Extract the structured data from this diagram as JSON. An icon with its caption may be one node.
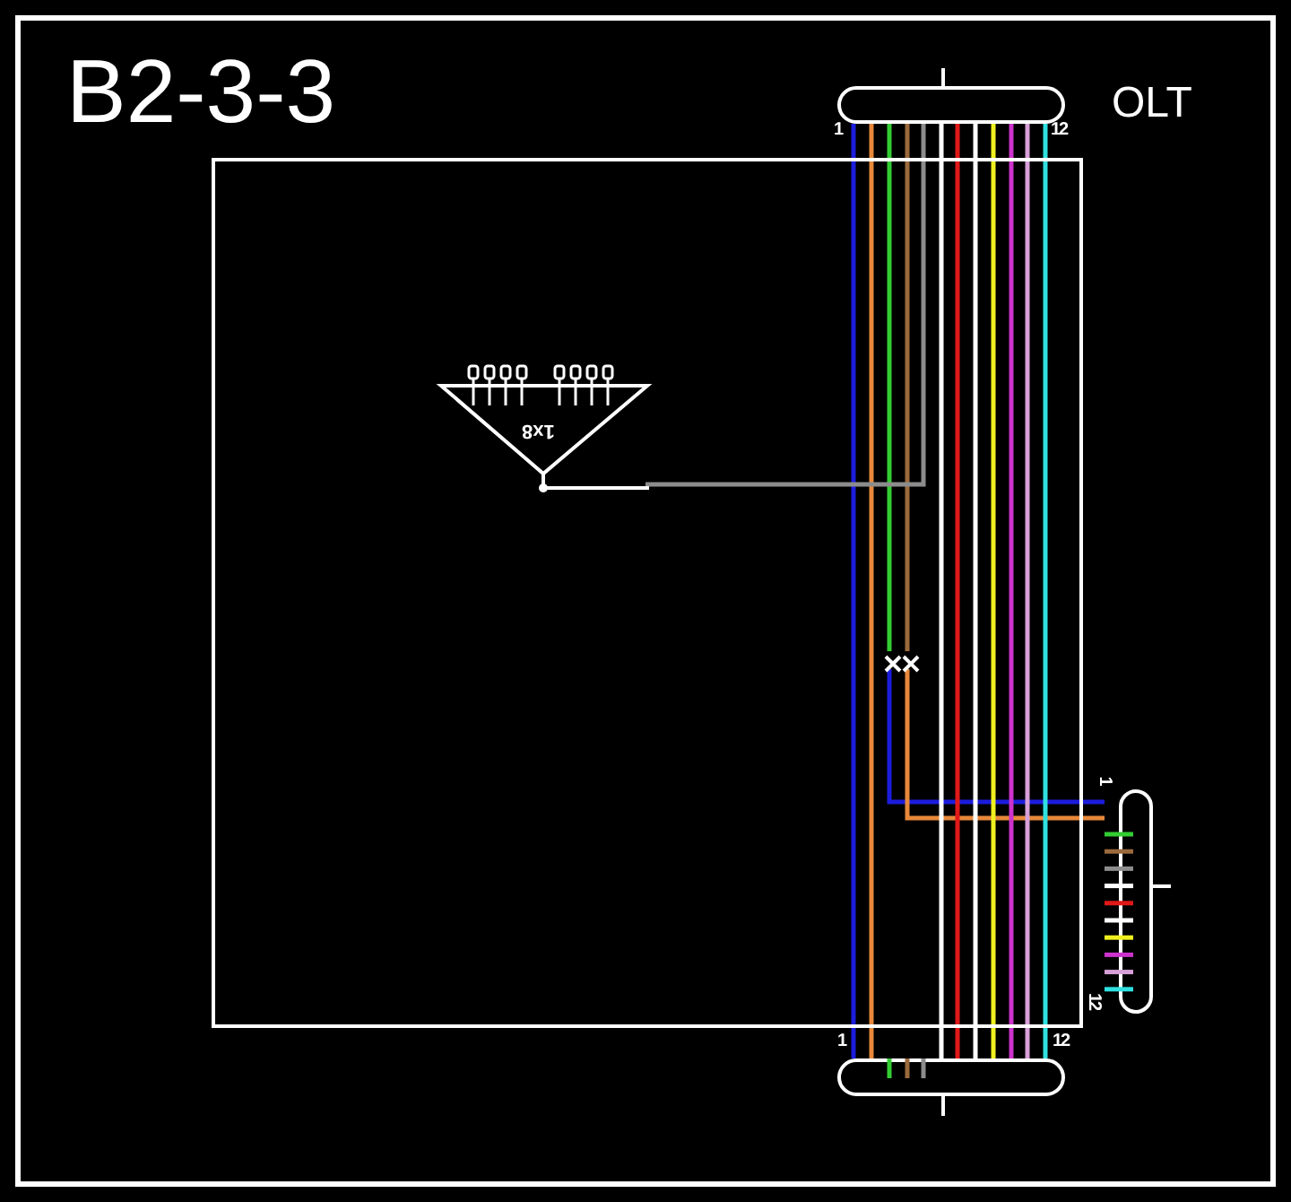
{
  "diagram": {
    "title": "B2-3-3",
    "nodes": [
      {
        "text": [],
        "shape": "box"
      },
      {
        "text": [],
        "shape": "box",
        "beside": [
          "1",
          "12",
          "OLT"
        ]
      },
      {
        "text": [
          "1x8"
        ],
        "in": 0
      },
      {
        "text": [],
        "shape": "cross",
        "in": 0
      },
      {
        "text": [],
        "shape": "cross",
        "in": 0
      },
      {
        "text": [],
        "shape": "box",
        "beside": [
          "1",
          "12"
        ]
      },
      {
        "text": [],
        "shape": "box",
        "beside": [
          "1",
          "12"
        ]
      }
    ],
    "edges": [
      {
        "from": 1,
        "to": 6,
        "arrow": "none",
        "color": "#1c1cdc"
      },
      {
        "from": 1,
        "to": 6,
        "arrow": "none",
        "color": "#e8883a"
      },
      {
        "from": 1,
        "to": 3,
        "arrow": "none",
        "color": "#33cc33"
      },
      {
        "from": 3,
        "to": 5,
        "arrow": "none",
        "color": "#1c1cdc"
      },
      {
        "from": 1,
        "to": 4,
        "arrow": "none",
        "color": "#9b6a3c"
      },
      {
        "from": 4,
        "to": 5,
        "arrow": "none",
        "color": "#e8883a"
      },
      {
        "from": 1,
        "to": 2,
        "arrow": "none",
        "color": "#8c8c8c"
      },
      {
        "from": 1,
        "to": 6,
        "arrow": "none",
        "color": "#ffffff"
      },
      {
        "from": 1,
        "to": 6,
        "arrow": "none",
        "color": "#e01818"
      },
      {
        "from": 1,
        "to": 6,
        "arrow": "none",
        "color": "#ffffff"
      },
      {
        "from": 1,
        "to": 6,
        "arrow": "none",
        "color": "#f0f020"
      },
      {
        "from": 1,
        "to": 6,
        "arrow": "none",
        "color": "#cc33cc"
      },
      {
        "from": 1,
        "to": 6,
        "arrow": "none",
        "color": "#d8a0d8"
      },
      {
        "from": 1,
        "to": 6,
        "arrow": "none",
        "color": "#30e0e0"
      }
    ]
  }
}
